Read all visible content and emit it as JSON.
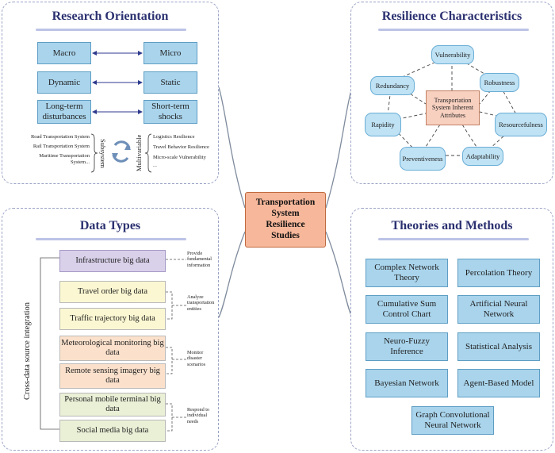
{
  "center": {
    "line1": "Transportation",
    "line2": "System",
    "line3": "Resilience",
    "line4": "Studies"
  },
  "research": {
    "title": "Research Orientation",
    "pairs": [
      {
        "left": "Macro",
        "right": "Micro"
      },
      {
        "left": "Dynamic",
        "right": "Static"
      },
      {
        "left": "Long-term disturbances",
        "right": "Short-term shocks"
      }
    ],
    "subsystems": [
      "Road Transportation System",
      "Rail Transportation System",
      "Maritime Transportation",
      "System..."
    ],
    "subsystem_label": "Subsystem",
    "multivariable_label": "Multivariable",
    "multivariables": [
      "Logistics Resilience",
      "Travel Behavior Resilience",
      "Micro-scale Vulnerability",
      "..."
    ]
  },
  "resilience": {
    "title": "Resilience Characteristics",
    "center": "Transportation System Inherent Attributes",
    "nodes": [
      "Vulnerability",
      "Robustness",
      "Resourcefulness",
      "Adaptability",
      "Preventiveness",
      "Rapidity",
      "Redundancy"
    ]
  },
  "datatypes": {
    "title": "Data Types",
    "side_label": "Cross-data source integration",
    "boxes": [
      "Infrastructure big data",
      "Travel order big data",
      "Traffic trajectory big data",
      "Meteorological monitoring big data",
      "Remote sensing imagery big data",
      "Personal mobile terminal big data",
      "Social media big data"
    ],
    "notes": [
      "Provide fundamental information",
      "Analyze transportation entities",
      "Monitor disaster scenarios",
      "Respond to individual needs"
    ]
  },
  "theories": {
    "title": "Theories and Methods",
    "items": [
      "Complex Network Theory",
      "Percolation Theory",
      "Cumulative Sum Control Chart",
      "Artificial Neural Network",
      "Neuro-Fuzzy Inference",
      "Statistical Analysis",
      "Bayesian Network",
      "Agent-Based Model",
      "Graph Convolutional Neural Network"
    ]
  },
  "colors": {
    "core": "#f6b79a",
    "blue_box": "#a9d4ec",
    "infrastructure": "#d9d0ea",
    "travel": "#fbf7d2",
    "meteorological": "#fbe1cc",
    "mobile": "#e9f0d6"
  }
}
